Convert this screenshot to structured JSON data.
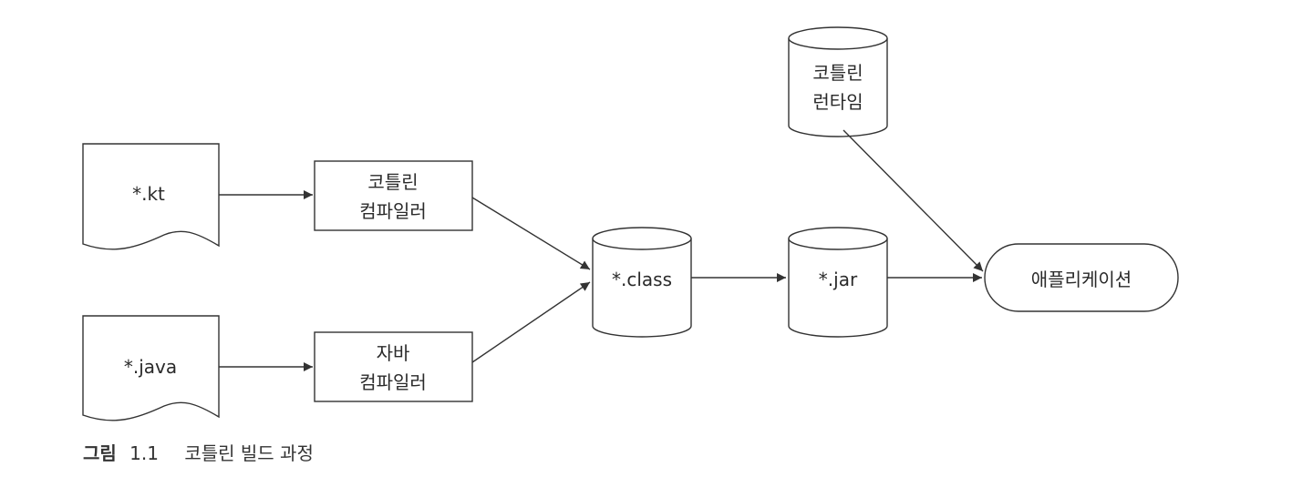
{
  "nodes": {
    "kt_file": {
      "text": "*.kt"
    },
    "java_file": {
      "text": "*.java"
    },
    "kotlin_compiler": {
      "line1": "코틀린",
      "line2": "컴파일러"
    },
    "java_compiler": {
      "line1": "자바",
      "line2": "컴파일러"
    },
    "class_files": {
      "text": "*.class"
    },
    "jar_file": {
      "text": "*.jar"
    },
    "kotlin_runtime": {
      "line1": "코틀린",
      "line2": "런타임"
    },
    "application": {
      "text": "애플리케이션"
    }
  },
  "caption": {
    "label": "그림",
    "number": "1.1",
    "text": "코틀린 빌드 과정"
  }
}
